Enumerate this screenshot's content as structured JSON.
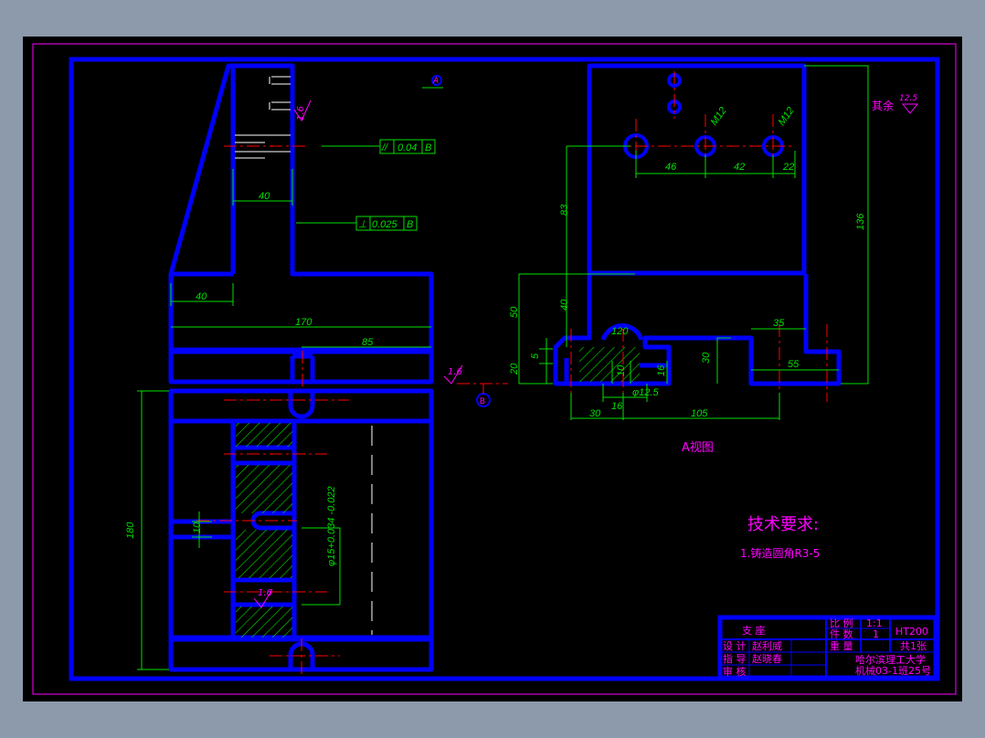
{
  "drawing": {
    "view_label": "A视图",
    "section_marker": "B",
    "arrow_marker": "A",
    "roughness_default": "其余",
    "roughness_default_value": "12.5"
  },
  "dimensions": {
    "d40_top": "40",
    "d40_left": "40",
    "d170": "170",
    "d85": "85",
    "d180": "180",
    "d10": "10",
    "shaft_tol": "φ15+0.034 -0.022",
    "rough_16a": "1.6",
    "rough_16b": "1.6",
    "rough_16c": "1.6",
    "m12a": "M12",
    "m12b": "M12",
    "d46": "46",
    "d42": "42",
    "d22": "22",
    "d83": "83",
    "d136": "136",
    "d50": "50",
    "d40v": "40",
    "d5": "5",
    "d20": "20",
    "d120": "120",
    "d16a": "16",
    "d16b": "16",
    "d10s": "10",
    "d30v": "30",
    "d35": "35",
    "d55": "55",
    "d12": "φ12.5",
    "d30h": "30",
    "d105": "105"
  },
  "tolerances": {
    "parallel": {
      "symbol": "//",
      "value": "0.04",
      "datum": "B"
    },
    "perpendicular": {
      "symbol": "⊥",
      "value": "0.025",
      "datum": "B"
    }
  },
  "tech_requirements": {
    "title": "技术要求:",
    "items": [
      "1.铸造圆角R3-5"
    ]
  },
  "title_block": {
    "part_name": "支 座",
    "scale_label": "比 例",
    "scale_value": "1:1",
    "count_label": "件 数",
    "count_value": "1",
    "material": "HT200",
    "weight_label": "重 量",
    "sheets": "共1张",
    "design_label": "设 计",
    "designer": "赵利威",
    "guide_label": "指 导",
    "guide": "赵晓春",
    "review_label": "审 核",
    "school": "哈尔滨理工大学",
    "class": "机械03-1班25号"
  },
  "colors": {
    "outline": "#0000ff",
    "dimension": "#00e000",
    "centerline": "#ff0000",
    "text": "#ff00ff",
    "frame": "#ff00ff",
    "background": "#000000"
  }
}
